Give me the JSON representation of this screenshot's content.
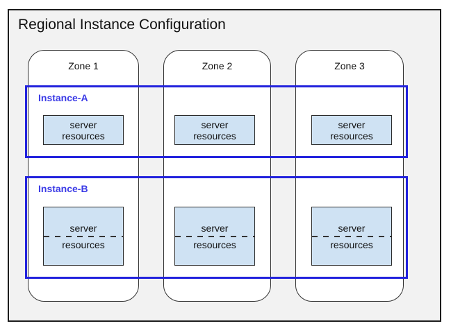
{
  "title": "Regional Instance Configuration",
  "colors": {
    "canvas_background": "#ffffff",
    "region_fill": "#f2f2f2",
    "region_border": "#1c1c1c",
    "zone_fill": "#ffffff",
    "zone_border": "#333333",
    "instance_border": "#2222dd",
    "instance_label": "#3a3ae6",
    "resource_fill": "#cfe2f3",
    "resource_border": "#2b2b2b",
    "text": "#111111"
  },
  "zones": [
    {
      "label": "Zone 1"
    },
    {
      "label": "Zone 2"
    },
    {
      "label": "Zone 3"
    }
  ],
  "instances": [
    {
      "label": "Instance-A",
      "resources": [
        {
          "line1": "server",
          "line2": "resources"
        },
        {
          "line1": "server",
          "line2": "resources"
        },
        {
          "line1": "server",
          "line2": "resources"
        }
      ]
    },
    {
      "label": "Instance-B",
      "resources": [
        {
          "line1": "server",
          "line2": "resources"
        },
        {
          "line1": "server",
          "line2": "resources"
        },
        {
          "line1": "server",
          "line2": "resources"
        }
      ]
    }
  ]
}
